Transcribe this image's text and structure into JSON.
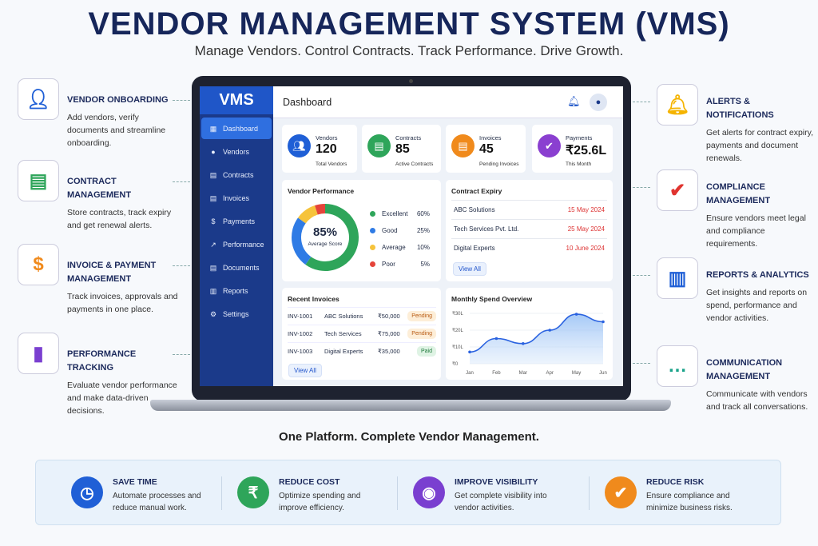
{
  "title": "VENDOR MANAGEMENT SYSTEM (VMS)",
  "subtitle": "Manage Vendors. Control Contracts. Track Performance. Drive Growth.",
  "left_features": [
    {
      "icon": "user-add-icon",
      "title": "VENDOR ONBOARDING",
      "desc": "Add vendors, verify documents and streamline onboarding.",
      "color": "#1f5fd6"
    },
    {
      "icon": "document-icon",
      "title": "CONTRACT MANAGEMENT",
      "desc": "Store contracts, track expiry and get renewal alerts.",
      "color": "#2ea55a"
    },
    {
      "icon": "invoice-payment-icon",
      "title": "INVOICE & PAYMENT MANAGEMENT",
      "desc": "Track invoices, approvals and payments in one place.",
      "color": "#f08a1c"
    },
    {
      "icon": "bar-chart-trend-icon",
      "title": "PERFORMANCE TRACKING",
      "desc": "Evaluate vendor performance and make data-driven decisions.",
      "color": "#7a3fd0"
    }
  ],
  "right_features": [
    {
      "icon": "bell-icon",
      "title": "ALERTS & NOTIFICATIONS",
      "desc": "Get alerts for contract expiry, payments and document renewals.",
      "color": "#f5b400"
    },
    {
      "icon": "shield-check-icon",
      "title": "COMPLIANCE MANAGEMENT",
      "desc": "Ensure vendors meet legal and compliance requirements.",
      "color": "#e0342f"
    },
    {
      "icon": "report-icon",
      "title": "REPORTS & ANALYTICS",
      "desc": "Get insights and reports on spend, performance and vendor activities.",
      "color": "#1f5fd6"
    },
    {
      "icon": "chat-icon",
      "title": "COMMUNICATION MANAGEMENT",
      "desc": "Communicate with vendors and track all conversations.",
      "color": "#1aa38a"
    }
  ],
  "app": {
    "logo": "VMS",
    "header": "Dashboard",
    "nav": [
      {
        "label": "Dashboard",
        "icon": "dashboard-icon",
        "active": true
      },
      {
        "label": "Vendors",
        "icon": "user-icon"
      },
      {
        "label": "Contracts",
        "icon": "file-icon"
      },
      {
        "label": "Invoices",
        "icon": "invoice-icon"
      },
      {
        "label": "Payments",
        "icon": "dollar-icon"
      },
      {
        "label": "Performance",
        "icon": "chart-icon"
      },
      {
        "label": "Documents",
        "icon": "folder-icon"
      },
      {
        "label": "Reports",
        "icon": "reports-icon"
      },
      {
        "label": "Settings",
        "icon": "gear-icon"
      }
    ],
    "stats": [
      {
        "label": "Vendors",
        "value": "120",
        "sub": "Total Vendors",
        "color": "#1f5fd6"
      },
      {
        "label": "Contracts",
        "value": "85",
        "sub": "Active Contracts",
        "color": "#2ea55a"
      },
      {
        "label": "Invoices",
        "value": "45",
        "sub": "Pending Invoices",
        "color": "#f08a1c"
      },
      {
        "label": "Payments",
        "value": "₹25.6L",
        "sub": "This Month",
        "color": "#8a3fd0"
      }
    ],
    "performance": {
      "title": "Vendor Performance",
      "score": "85%",
      "score_label": "Average Score",
      "segments": [
        {
          "label": "Excellent",
          "pct": "60%",
          "value": 60,
          "color": "#2ea55a"
        },
        {
          "label": "Good",
          "pct": "25%",
          "value": 25,
          "color": "#2f7be5"
        },
        {
          "label": "Average",
          "pct": "10%",
          "value": 10,
          "color": "#f6c33b"
        },
        {
          "label": "Poor",
          "pct": "5%",
          "value": 5,
          "color": "#e5443a"
        }
      ]
    },
    "expiry": {
      "title": "Contract Expiry",
      "rows": [
        {
          "name": "ABC Solutions",
          "date": "15 May 2024"
        },
        {
          "name": "Tech Services Pvt. Ltd.",
          "date": "25 May 2024"
        },
        {
          "name": "Digital Experts",
          "date": "10 June 2024"
        }
      ],
      "view_all": "View All"
    },
    "invoices": {
      "title": "Recent Invoices",
      "rows": [
        {
          "id": "INV-1001",
          "vendor": "ABC Solutions",
          "amount": "₹50,000",
          "status": "Pending"
        },
        {
          "id": "INV-1002",
          "vendor": "Tech Services",
          "amount": "₹75,000",
          "status": "Pending"
        },
        {
          "id": "INV-1003",
          "vendor": "Digital Experts",
          "amount": "₹35,000",
          "status": "Paid"
        }
      ],
      "view_all": "View All"
    },
    "chart_data": {
      "type": "area",
      "title": "Monthly Spend Overview",
      "categories": [
        "Jan",
        "Feb",
        "Mar",
        "Apr",
        "May",
        "Jun"
      ],
      "values": [
        7,
        15,
        12,
        20,
        29.5,
        25
      ],
      "yticks": [
        "₹0",
        "₹10L",
        "₹20L",
        "₹30L"
      ],
      "ylim": [
        0,
        30
      ],
      "grid": true
    }
  },
  "tagline": "One Platform. Complete Vendor Management.",
  "benefits": [
    {
      "icon": "clock-icon",
      "title": "SAVE TIME",
      "desc": "Automate processes and reduce manual work.",
      "color": "#1f5fd6",
      "glyph": "◷"
    },
    {
      "icon": "rupee-icon",
      "title": "REDUCE COST",
      "desc": "Optimize spending and improve efficiency.",
      "color": "#2ea55a",
      "glyph": "₹"
    },
    {
      "icon": "eye-icon",
      "title": "IMPROVE VISIBILITY",
      "desc": "Get complete visibility into vendor activities.",
      "color": "#7a3fd0",
      "glyph": "◉"
    },
    {
      "icon": "shield-check-icon",
      "title": "REDUCE RISK",
      "desc": "Ensure compliance and minimize business risks.",
      "color": "#f08a1c",
      "glyph": "✔"
    }
  ]
}
